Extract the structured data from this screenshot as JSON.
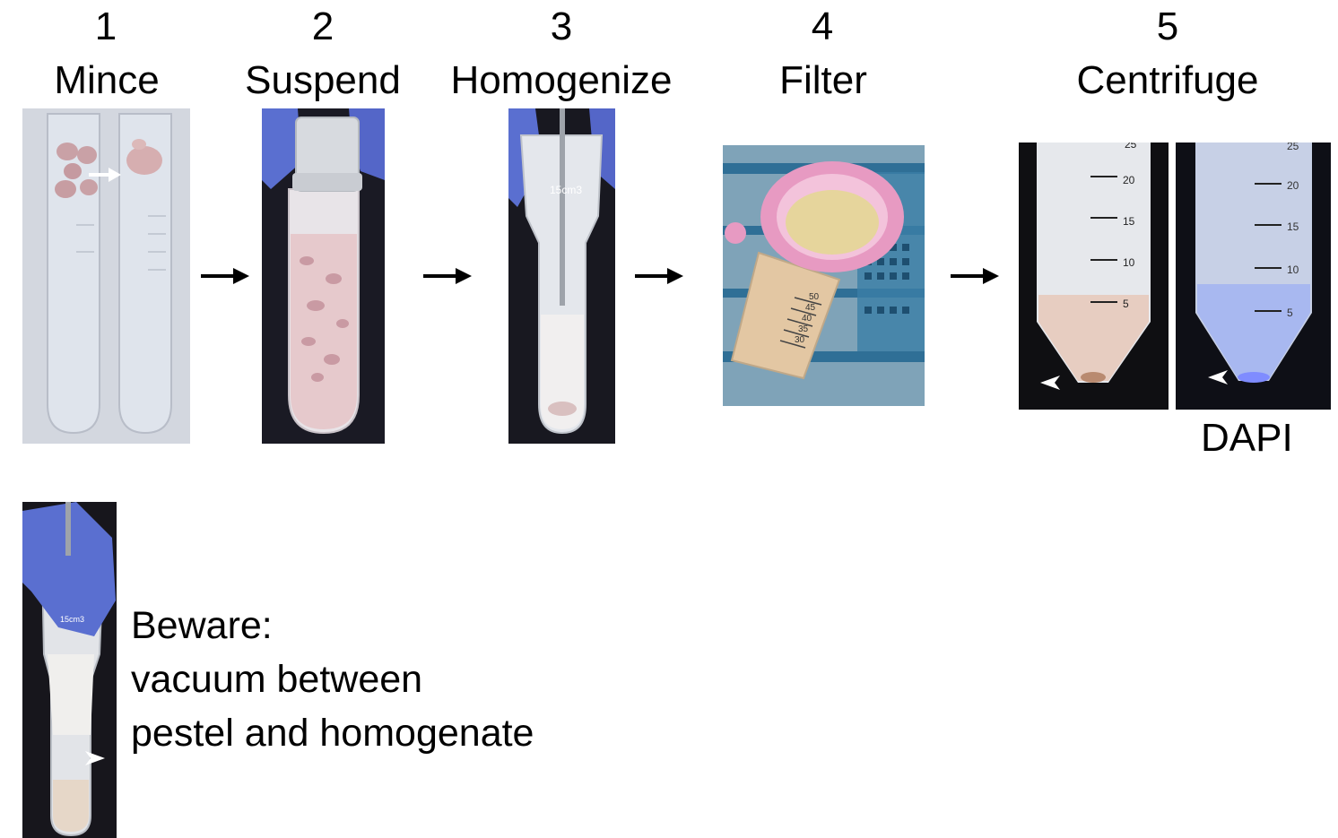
{
  "steps": [
    {
      "number": "1",
      "label": "Mince"
    },
    {
      "number": "2",
      "label": "Suspend"
    },
    {
      "number": "3",
      "label": "Homogenize"
    },
    {
      "number": "4",
      "label": "Filter"
    },
    {
      "number": "5",
      "label": "Centrifuge"
    }
  ],
  "centrifuge": {
    "dapi_label": "DAPI"
  },
  "tube_markings": {
    "homogenizer": "15cm3",
    "filter_tube": [
      "50",
      "45",
      "40",
      "35",
      "30"
    ],
    "centrifuge_tube": [
      "25",
      "20",
      "15",
      "10",
      "5"
    ]
  },
  "beware": {
    "lines": [
      "Beware:",
      "vacuum between",
      "pestel and homogenate"
    ]
  },
  "colors": {
    "tissue_pink": "#d9a8ab",
    "glove_blue": "#5a6fd0",
    "filter_pink": "#e79ac2",
    "rack_blue": "#2f6f96",
    "dapi_blue": "#a8b8f0"
  }
}
